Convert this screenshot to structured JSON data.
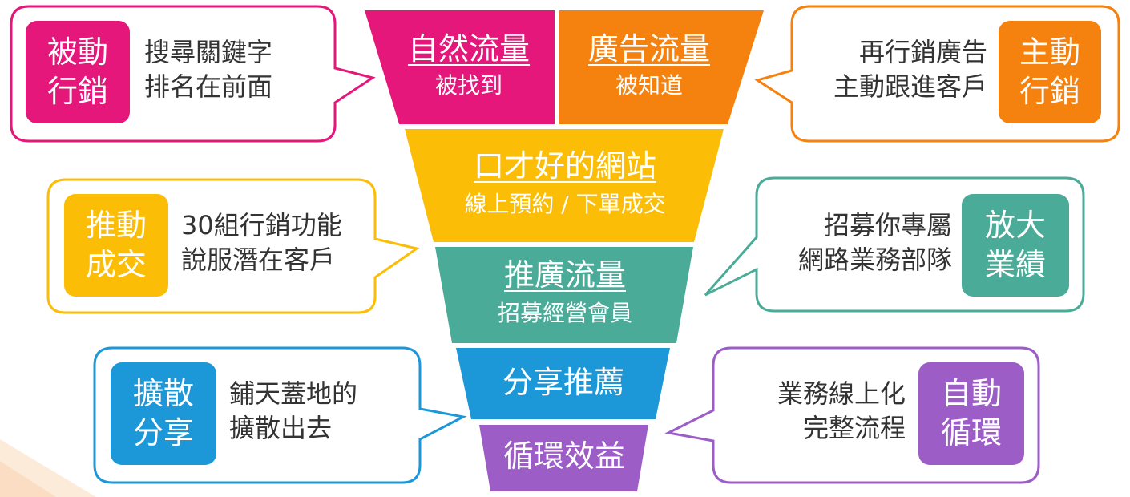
{
  "colors": {
    "magenta": "#e5177a",
    "orange": "#f5820f",
    "yellow": "#fbbd06",
    "teal": "#4aab98",
    "blue": "#1c97d7",
    "purple": "#9c5dc7",
    "text": "#333333"
  },
  "funnel": {
    "natural": {
      "title": "自然流量",
      "sub": "被找到"
    },
    "ads": {
      "title": "廣告流量",
      "sub": "被知道"
    },
    "website": {
      "title": "口才好的網站",
      "sub": "線上預約 / 下單成交"
    },
    "promo": {
      "title": "推廣流量",
      "sub": "招募經營會員"
    },
    "share": {
      "title": "分享推薦"
    },
    "cycle": {
      "title": "循環效益"
    }
  },
  "callouts": {
    "passive": {
      "label": "被動\n行銷",
      "text": "搜尋關鍵字\n排名在前面"
    },
    "active": {
      "label": "主動\n行銷",
      "text": "再行銷廣告\n主動跟進客戶"
    },
    "push": {
      "label": "推動\n成交",
      "text": "30組行銷功能\n說服潛在客戶"
    },
    "amplify": {
      "label": "放大\n業績",
      "text": "招募你專屬\n網路業務部隊"
    },
    "spread": {
      "label": "擴散\n分享",
      "text": "鋪天蓋地的\n擴散出去"
    },
    "auto": {
      "label": "自動\n循環",
      "text": "業務線上化\n完整流程"
    }
  }
}
